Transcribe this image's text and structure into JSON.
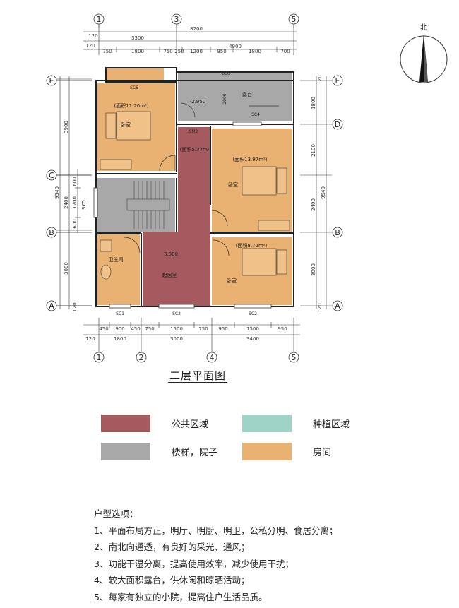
{
  "plan": {
    "title": "二层平面图",
    "north": "北",
    "axes_top": [
      "1",
      "3",
      "5"
    ],
    "axes_bottom": [
      "1",
      "2",
      "4",
      "5"
    ],
    "axes_side": [
      "E",
      "D",
      "C",
      "B",
      "A"
    ],
    "dims_top": {
      "total": "8200",
      "seg1": "3300",
      "seg2": "4900",
      "detail": [
        "750",
        "1800",
        "750",
        "250",
        "1200",
        "950",
        "1800",
        "700"
      ],
      "edge": [
        "120",
        "120"
      ]
    },
    "dims_bottom": {
      "detail": [
        "450",
        "900",
        "450",
        "750",
        "1500",
        "750",
        "950",
        "1500",
        "950"
      ],
      "seg": [
        "1800",
        "3000",
        "3400"
      ],
      "edge": "120"
    },
    "dims_left": {
      "total": "9540",
      "seg": [
        "3900",
        "2400",
        "3000"
      ],
      "detail": [
        "600",
        "1200",
        "600"
      ],
      "edge": "120",
      "sc5": "SC5"
    },
    "dims_right": {
      "total": "9540",
      "seg": [
        "1800",
        "2100",
        "2400",
        "3000"
      ],
      "edge": [
        "120",
        "120"
      ]
    },
    "misc_dims": [
      "600",
      "2000",
      "2100",
      "1200"
    ],
    "windows": [
      "SC6",
      "SC4",
      "SC1",
      "SC2",
      "SC2",
      "SM2"
    ],
    "rooms": {
      "bedroom_nw_area": "(面积11.20m²)",
      "bedroom_label": "卧室",
      "bedroom_e_area": "(面积13.97m²)",
      "bedroom_se_area": "(面积8.72m²)",
      "corridor_area": "(面积5.37m²)",
      "terrace": "露台",
      "bath": "卫生间",
      "hall": "起居室",
      "level_terrace": "-2.950",
      "level_hall": "3.000"
    }
  },
  "legend": [
    {
      "label": "公共区域",
      "color": "#a45a5e"
    },
    {
      "label": "种植区域",
      "color": "#9fd3c7"
    },
    {
      "label": "楼梯，院子",
      "color": "#a8a8a8"
    },
    {
      "label": "房间",
      "color": "#e9b273"
    }
  ],
  "notes": {
    "heading": "户型选项：",
    "items": [
      "1、平面布局方正，明厅、明厨、明卫，公私分明、食居分离；",
      "2、南北向通透，有良好的采光、通风；",
      "3、功能干湿分离，提高使用效率，减少使用干扰；",
      "4、较大面积露台，供休闲和晾晒活动；",
      "5、每家有独立的小院，提高住户生活品质。"
    ]
  }
}
